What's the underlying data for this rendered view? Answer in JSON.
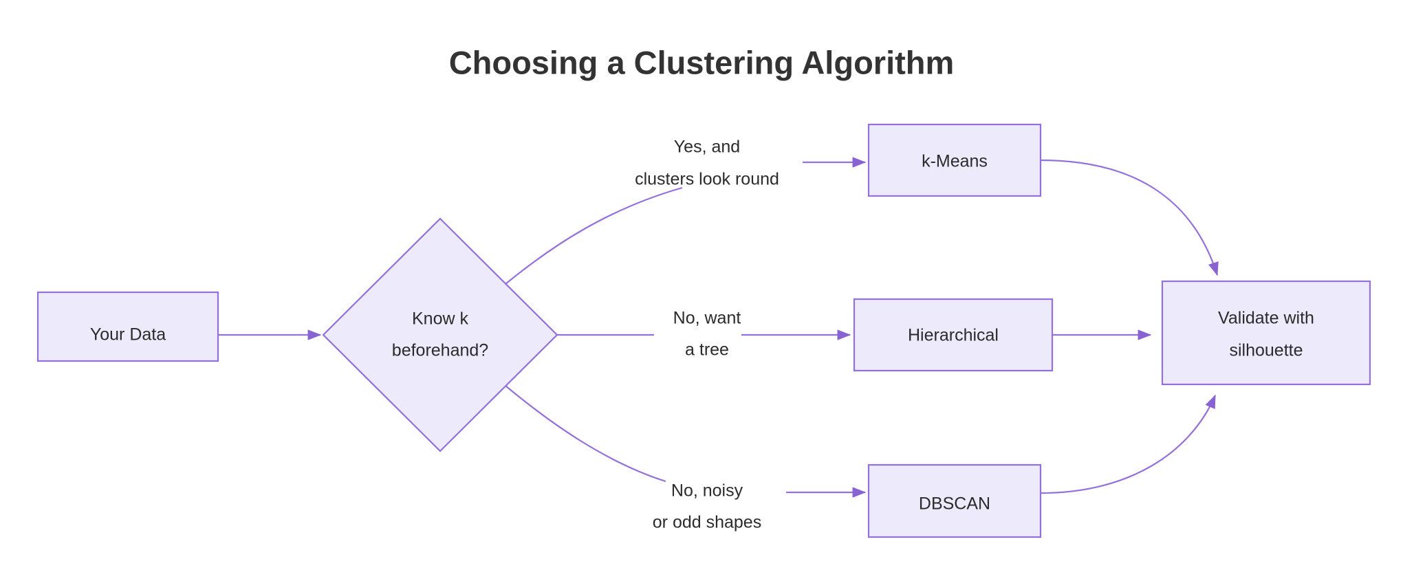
{
  "diagram": {
    "title": "Choosing a Clustering Algorithm",
    "type": "flowchart",
    "background_color": "#ffffff",
    "node_fill": "#ECEAFB",
    "node_stroke": "#9370DB",
    "edge_color": "#9370DB",
    "text_color": "#2b2b2b",
    "title_color": "#333333",
    "nodes": [
      {
        "id": "data",
        "shape": "rectangle",
        "line1": "Your Data",
        "line2": ""
      },
      {
        "id": "decision",
        "shape": "diamond",
        "line1": "Know k",
        "line2": "beforehand?"
      },
      {
        "id": "kmeans",
        "shape": "rectangle",
        "line1": "k-Means",
        "line2": ""
      },
      {
        "id": "hierarchical",
        "shape": "rectangle",
        "line1": "Hierarchical",
        "line2": ""
      },
      {
        "id": "dbscan",
        "shape": "rectangle",
        "line1": "DBSCAN",
        "line2": ""
      },
      {
        "id": "validate",
        "shape": "rectangle",
        "line1": "Validate with",
        "line2": "silhouette"
      }
    ],
    "edges": [
      {
        "id": "e1",
        "from": "data",
        "to": "decision",
        "label_line1": "",
        "label_line2": ""
      },
      {
        "id": "e2",
        "from": "decision",
        "to": "kmeans",
        "label_line1": "Yes, and",
        "label_line2": "clusters look round"
      },
      {
        "id": "e3",
        "from": "decision",
        "to": "hierarchical",
        "label_line1": "No, want",
        "label_line2": "a tree"
      },
      {
        "id": "e4",
        "from": "decision",
        "to": "dbscan",
        "label_line1": "No, noisy",
        "label_line2": "or odd shapes"
      },
      {
        "id": "e5",
        "from": "kmeans",
        "to": "validate",
        "label_line1": "",
        "label_line2": ""
      },
      {
        "id": "e6",
        "from": "hierarchical",
        "to": "validate",
        "label_line1": "",
        "label_line2": ""
      },
      {
        "id": "e7",
        "from": "dbscan",
        "to": "validate",
        "label_line1": "",
        "label_line2": ""
      }
    ]
  }
}
